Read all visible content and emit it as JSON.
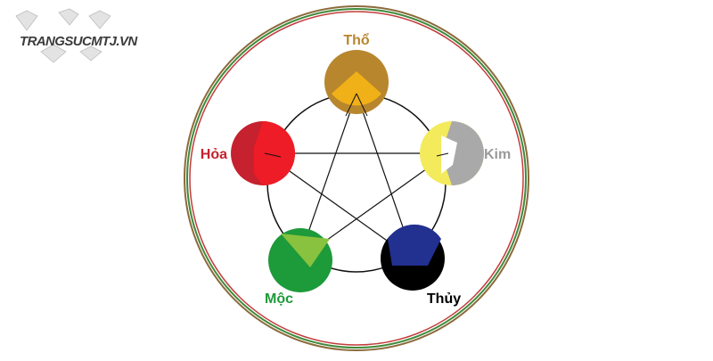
{
  "brand": {
    "logo_text": "TRANGSUCMTJ.VN",
    "icon": "diamond-icon"
  },
  "diagram": {
    "elements": {
      "tho": {
        "label": "Thổ",
        "color": "#b8862d",
        "accent": "#f0b018"
      },
      "kim": {
        "label": "Kim",
        "color": "#a9a9a9",
        "accent": "#f3ea5c"
      },
      "thuy": {
        "label": "Thủy",
        "color": "#000000",
        "accent": "#223090"
      },
      "moc": {
        "label": "Mộc",
        "color": "#1d9a3a",
        "accent": "#88c23e"
      },
      "hoa": {
        "label": "Hỏa",
        "color": "#c5212f",
        "accent": "#ee1c26"
      }
    },
    "generating_cycle": [
      "tho",
      "kim",
      "thuy",
      "moc",
      "hoa"
    ],
    "controlling_cycle": [
      [
        "tho",
        "thuy"
      ],
      [
        "thuy",
        "hoa"
      ],
      [
        "hoa",
        "kim"
      ],
      [
        "kim",
        "moc"
      ],
      [
        "moc",
        "tho"
      ]
    ],
    "border_colors": [
      "#8c6a3a",
      "#3e8a3a",
      "#c43b3b"
    ]
  }
}
